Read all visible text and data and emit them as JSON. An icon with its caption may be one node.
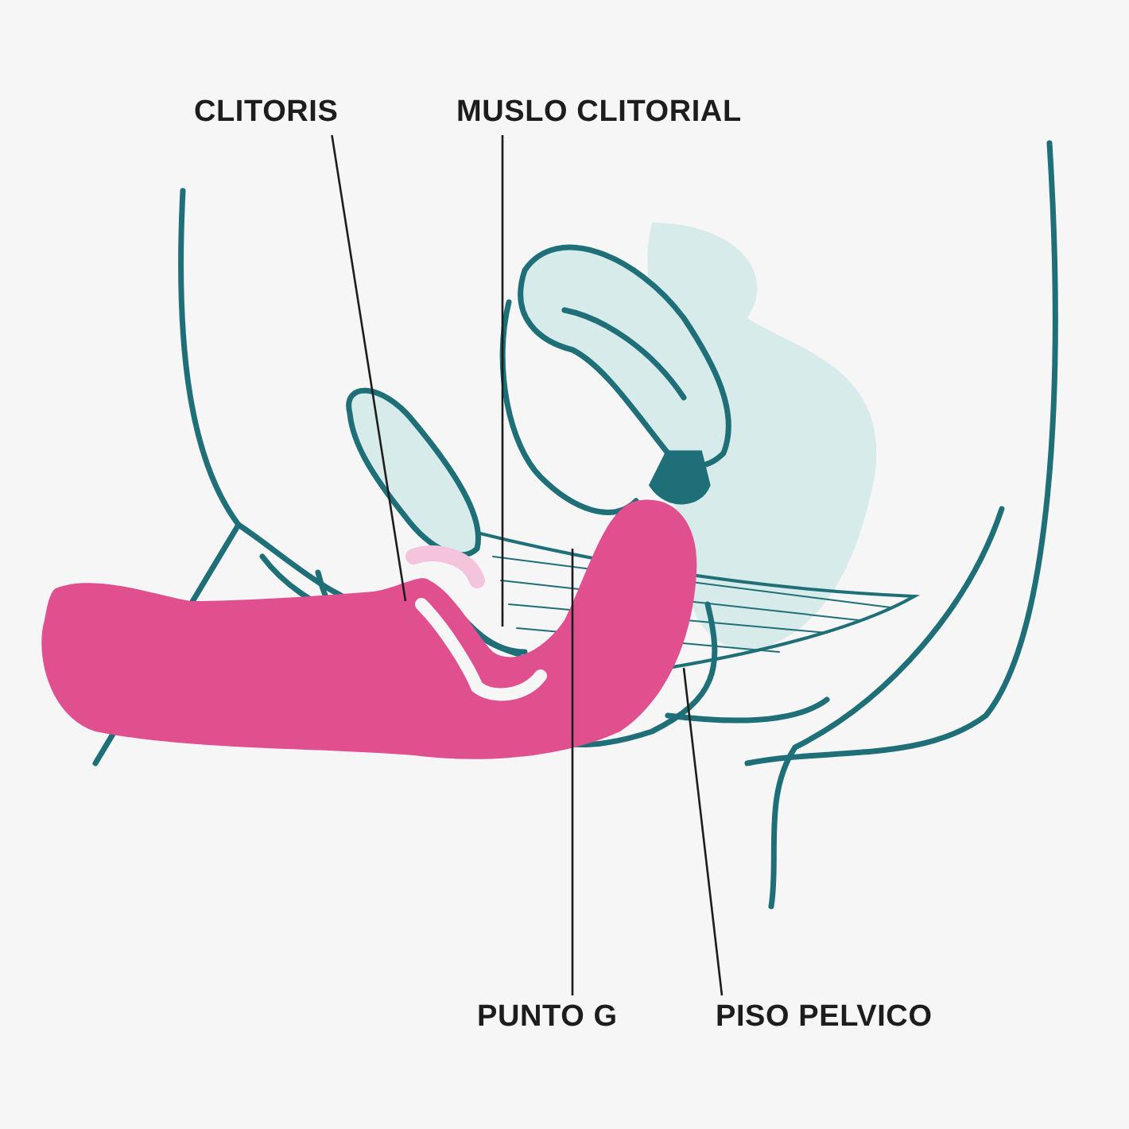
{
  "diagram": {
    "nodes": [
      {
        "text": [
          "CLITORIS"
        ]
      },
      {
        "text": [
          "MUSLO CLITORIAL"
        ]
      },
      {
        "text": [
          "PUNTO G"
        ]
      },
      {
        "text": [
          "PISO PELVICO"
        ]
      }
    ],
    "edges": [
      {
        "from": 0,
        "to": null,
        "arrow": "none"
      },
      {
        "from": 1,
        "to": null,
        "arrow": "none"
      },
      {
        "from": 2,
        "to": null,
        "arrow": "none"
      },
      {
        "from": 3,
        "to": null,
        "arrow": "none"
      }
    ]
  }
}
